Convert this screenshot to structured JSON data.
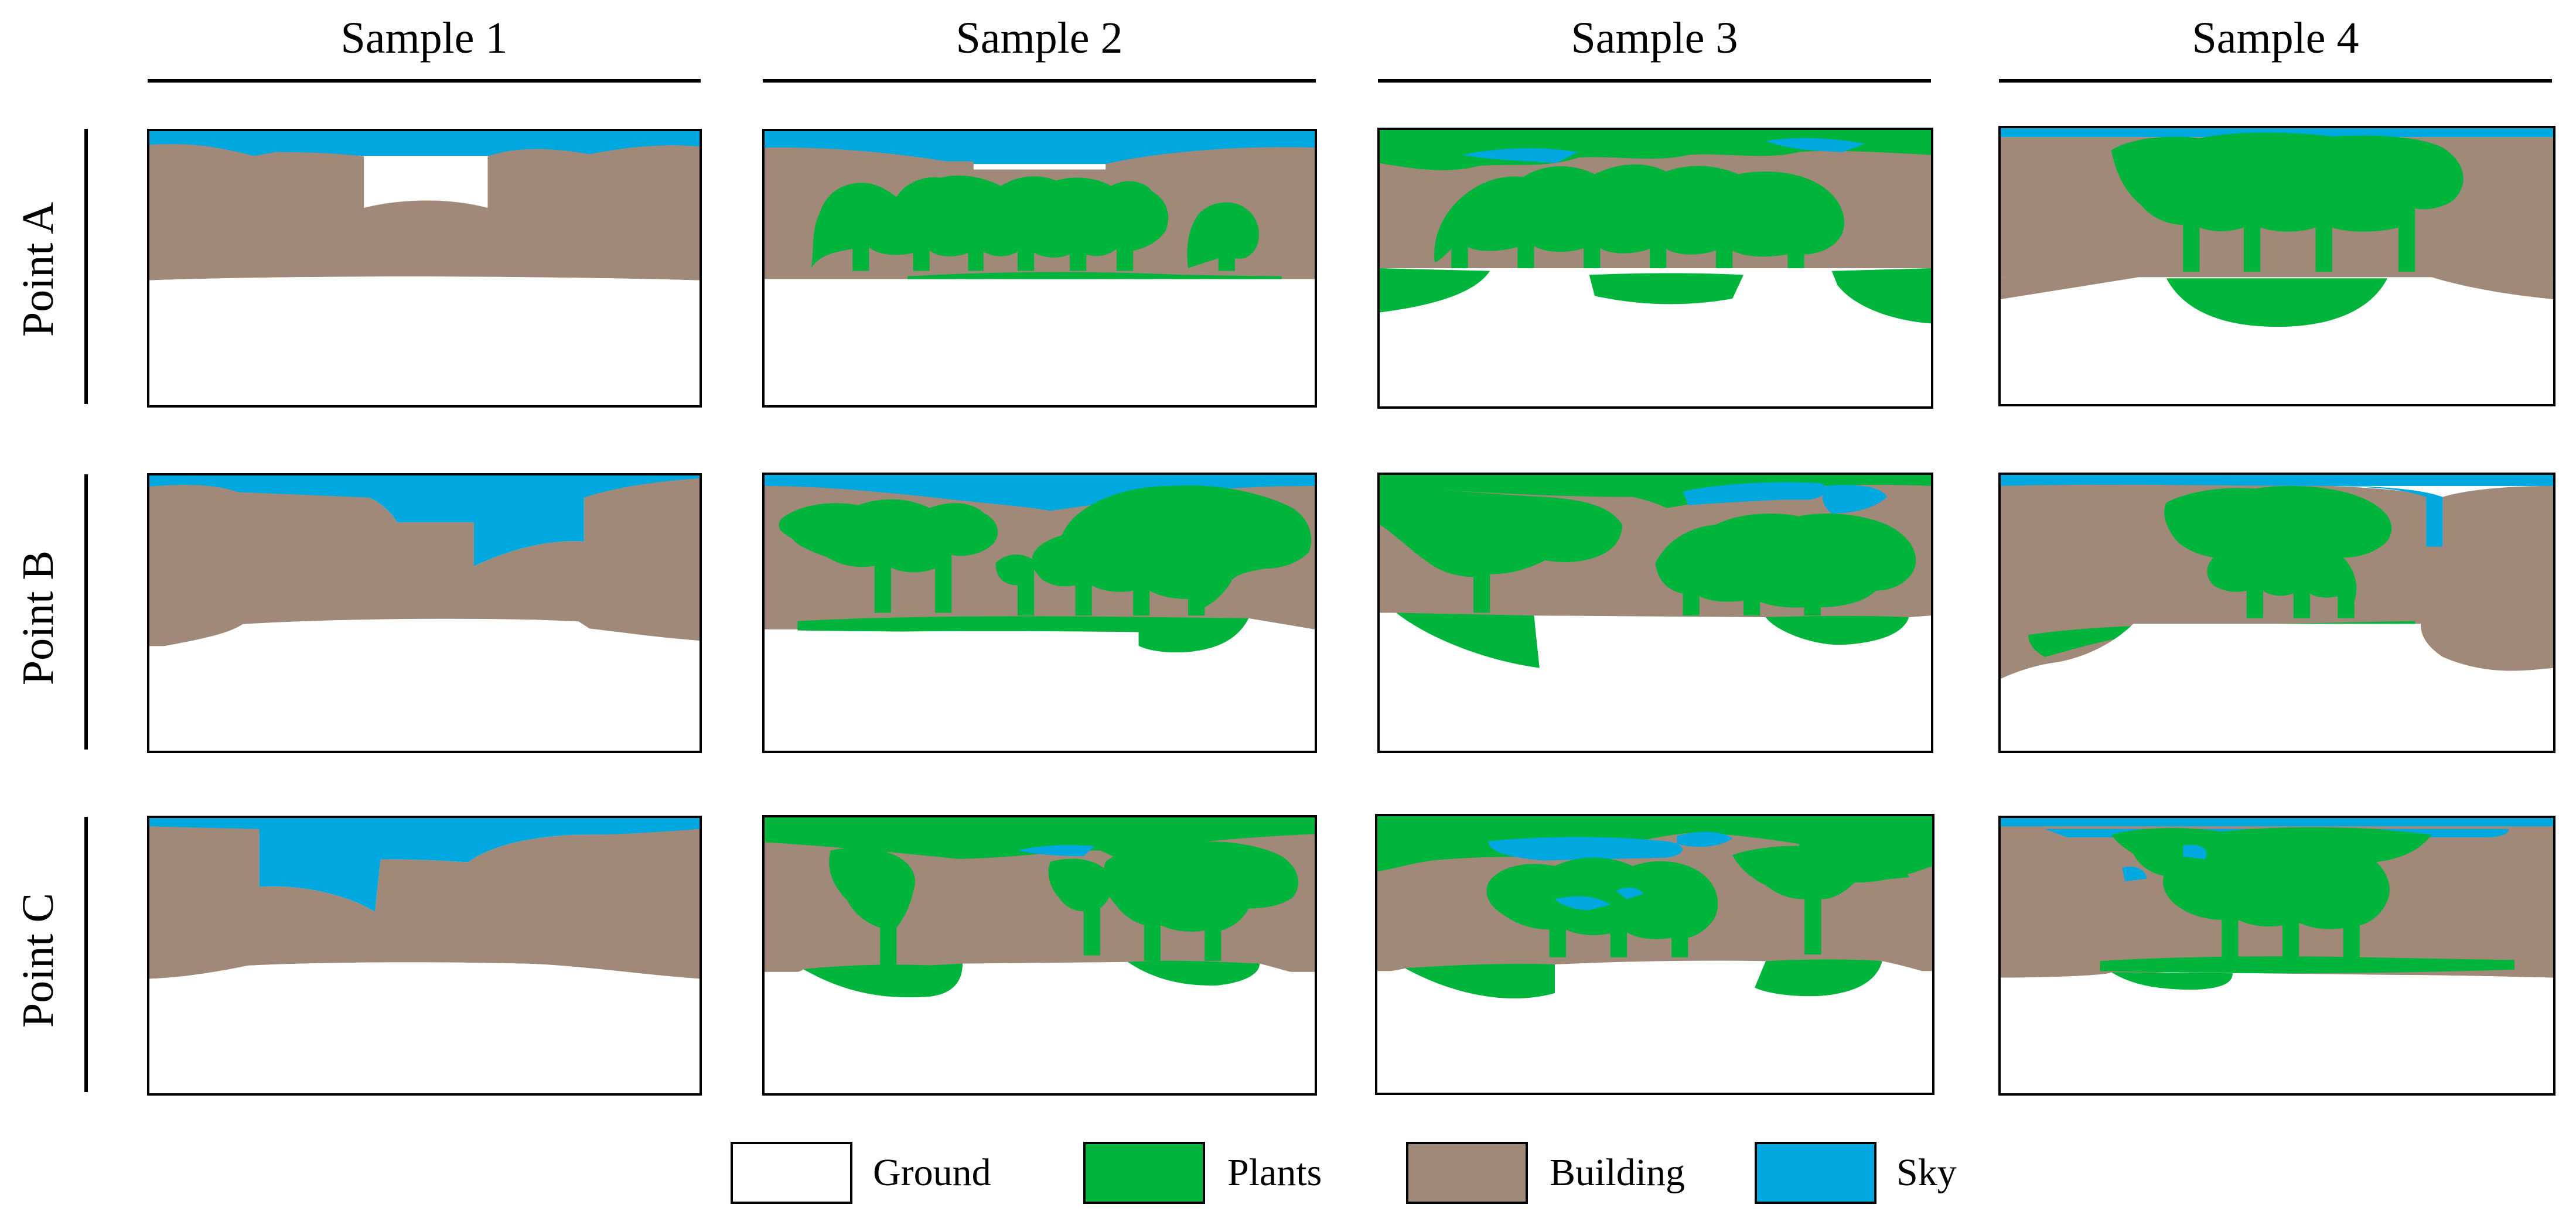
{
  "columns": [
    "Sample 1",
    "Sample 2",
    "Sample 3",
    "Sample 4"
  ],
  "rows": [
    "Point A",
    "Point B",
    "Point C"
  ],
  "legend": [
    {
      "label": "Ground",
      "color": "#ffffff"
    },
    {
      "label": "Plants",
      "color": "#00b43c"
    },
    {
      "label": "Building",
      "color": "#a08978"
    },
    {
      "label": "Sky",
      "color": "#00a8e0"
    }
  ],
  "colors": {
    "ground": "#ffffff",
    "plants": "#00b43c",
    "building": "#a08978",
    "sky": "#00a8e0"
  }
}
